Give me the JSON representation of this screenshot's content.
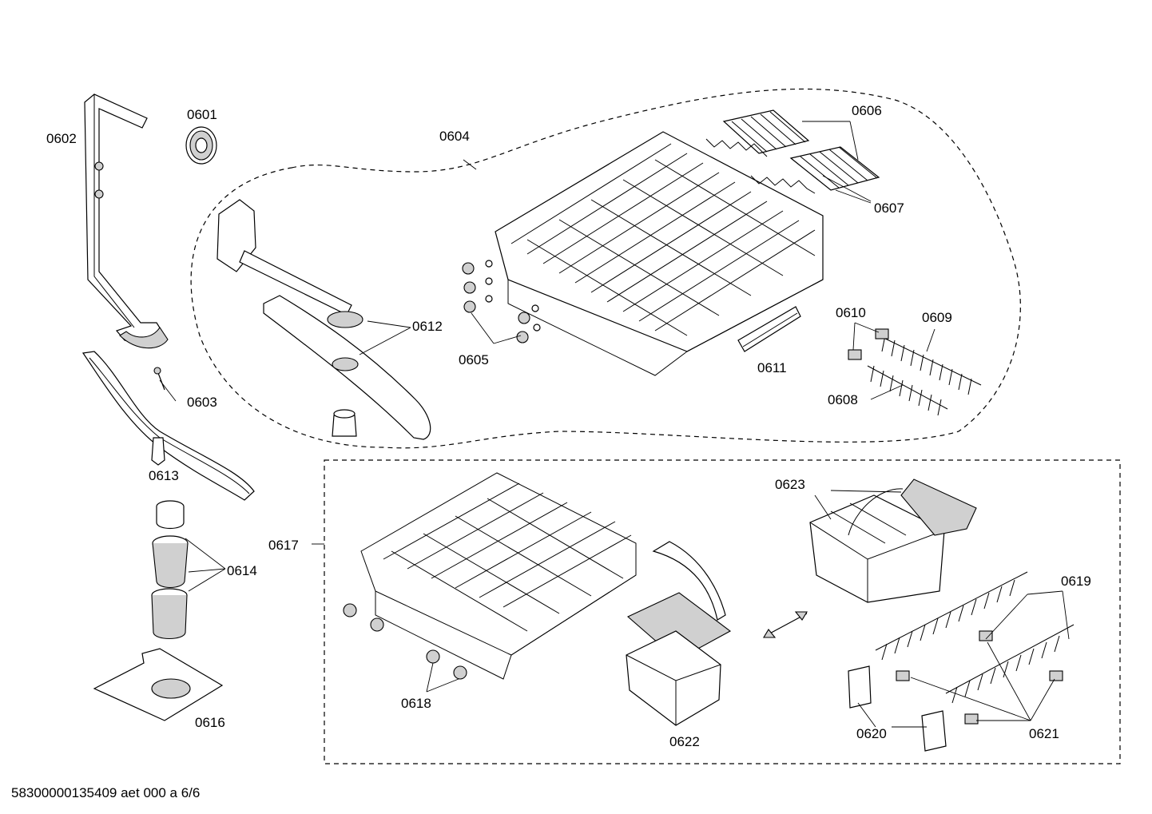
{
  "labels": {
    "p0601": "0601",
    "p0602": "0602",
    "p0603": "0603",
    "p0604": "0604",
    "p0605": "0605",
    "p0606": "0606",
    "p0607": "0607",
    "p0608": "0608",
    "p0609": "0609",
    "p0610": "0610",
    "p0611": "0611",
    "p0612": "0612",
    "p0613": "0613",
    "p0614": "0614",
    "p0616": "0616",
    "p0617": "0617",
    "p0618": "0618",
    "p0619": "0619",
    "p0620": "0620",
    "p0621": "0621",
    "p0622": "0622",
    "p0623": "0623"
  },
  "footer": "58300000135409 aet 000 a 6/6"
}
